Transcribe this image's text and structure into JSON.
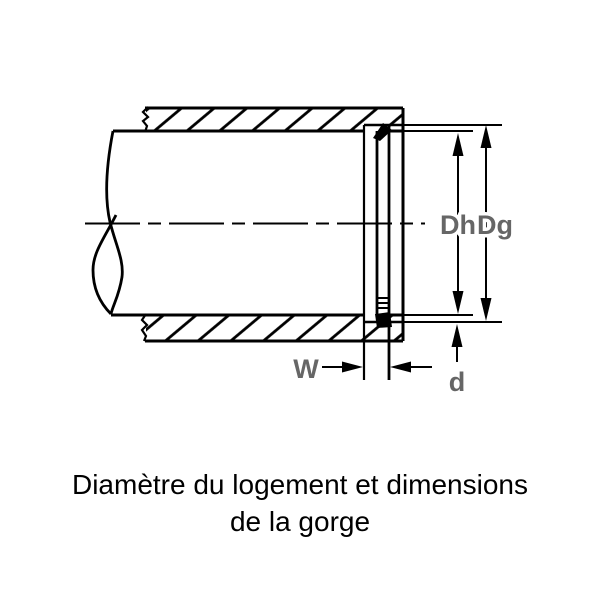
{
  "figure": {
    "labels": {
      "housing_diameter": "Dh",
      "groove_diameter": "Dg",
      "groove_width": "W",
      "groove_depth": "d"
    },
    "caption": {
      "line1": "Diamètre du logement et dimensions",
      "line2": "de la gorge"
    },
    "colors": {
      "line": "#000000",
      "dimension_label": "#666666",
      "caption_text": "#000000",
      "background": "#ffffff"
    }
  }
}
